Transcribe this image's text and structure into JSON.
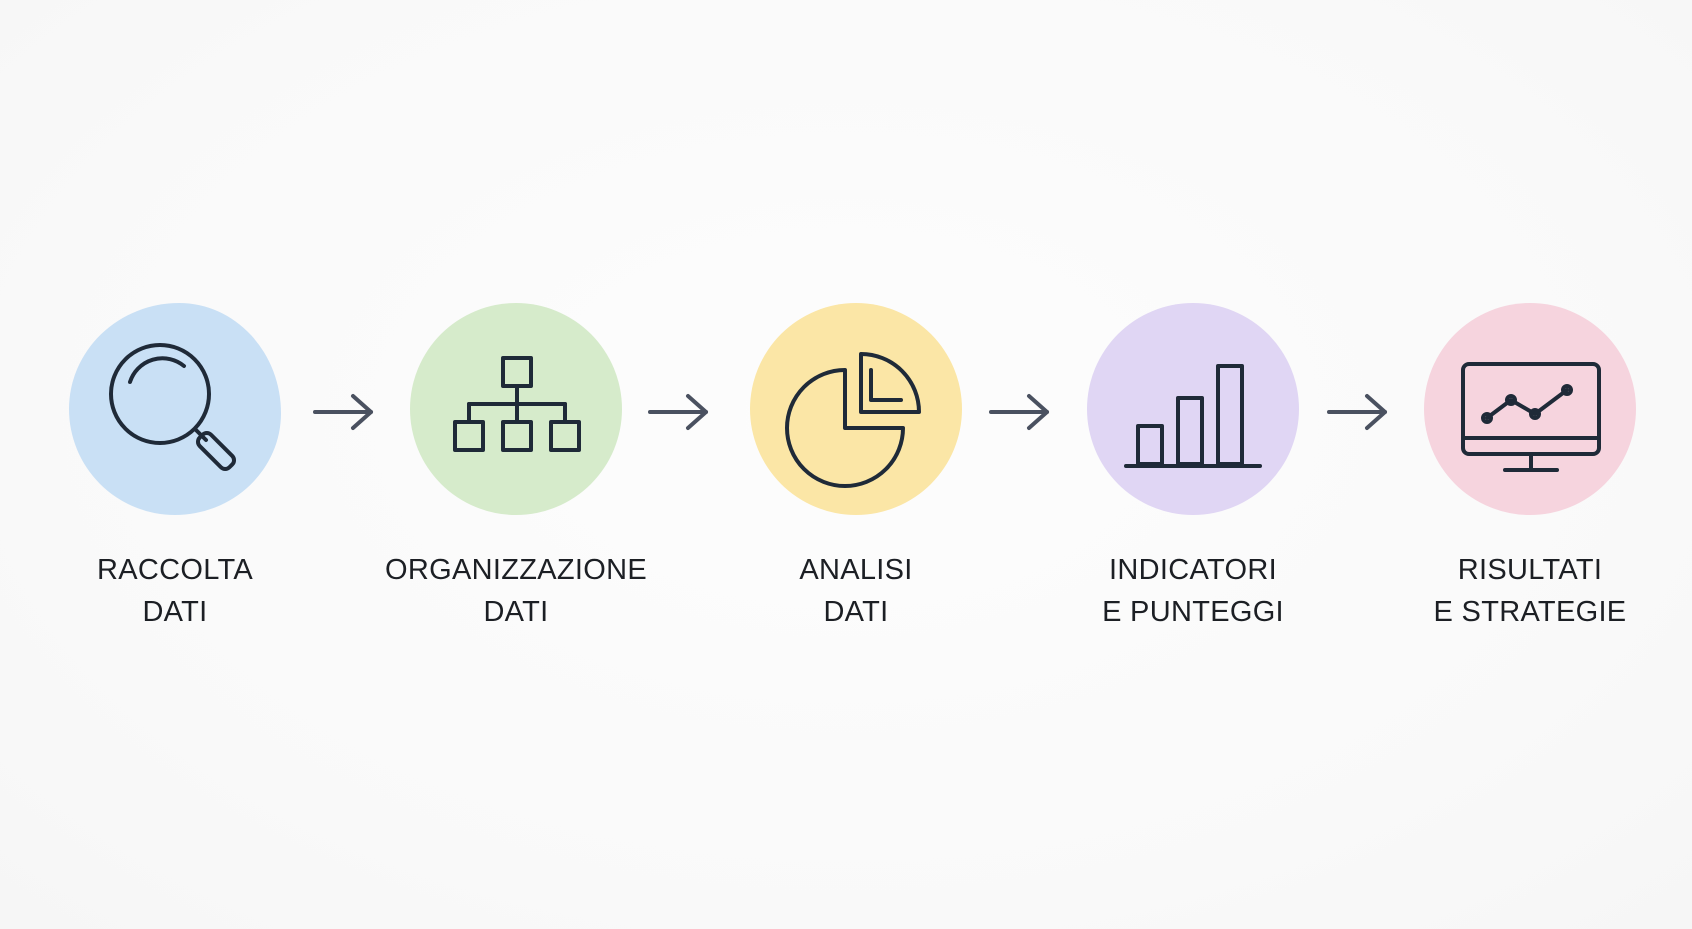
{
  "steps": [
    {
      "line1": "RACCOLTA",
      "line2": "DATI",
      "icon": "magnifier-icon",
      "color": "#c9e0f5"
    },
    {
      "line1": "ORGANIZZAZIONE",
      "line2": "DATI",
      "icon": "hierarchy-icon",
      "color": "#d6ebcb"
    },
    {
      "line1": "ANALISI",
      "line2": "DATI",
      "icon": "pie-chart-icon",
      "color": "#fbe6a6"
    },
    {
      "line1": "INDICATORI",
      "line2": "E PUNTEGGI",
      "icon": "bar-chart-icon",
      "color": "#e0d6f4"
    },
    {
      "line1": "RISULTATI",
      "line2": "E STRATEGIE",
      "icon": "monitor-chart-icon",
      "color": "#f6d4de"
    }
  ],
  "arrow_color": "#4a5160"
}
